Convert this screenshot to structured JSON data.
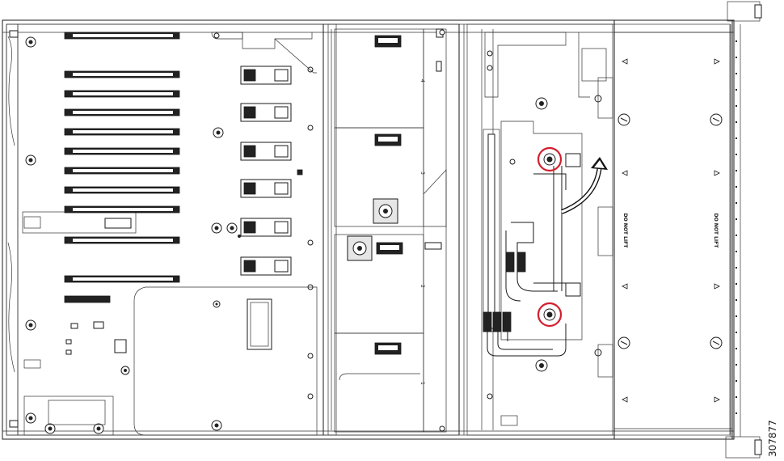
{
  "figure": {
    "figure_number": "307877",
    "labels": {
      "do_not_lift_inner": "DO NOT LIFT",
      "do_not_lift_outer": "DO NOT LIFT"
    },
    "slot_badges": [
      "4",
      "3",
      "2",
      "1"
    ],
    "accent_color": "#d2202f",
    "icons": [
      "captive-screw-icon",
      "captive-screw-icon",
      "curved-arrow-icon"
    ]
  }
}
